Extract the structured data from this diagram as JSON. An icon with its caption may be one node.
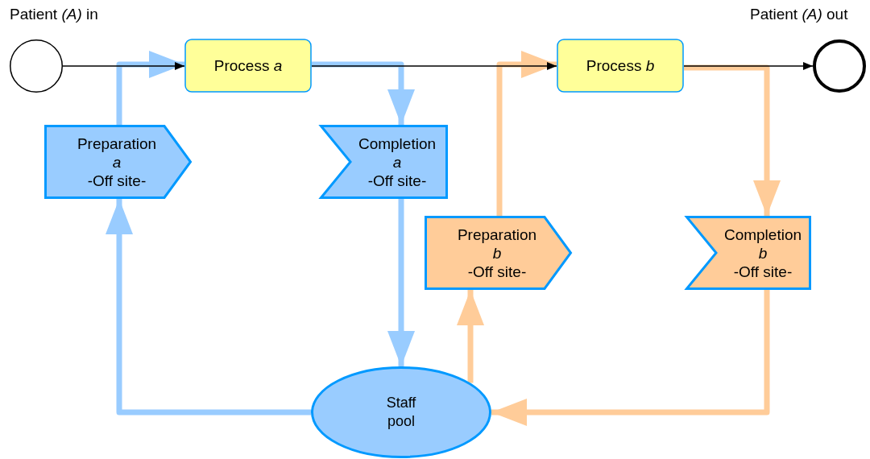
{
  "diagram": {
    "nodes": [
      {
        "text": [],
        "shape": "circle",
        "beside": [
          "Patient *(A)* in"
        ]
      },
      {
        "text": [
          "Process *a*"
        ]
      },
      {
        "text": [
          "Process *b*"
        ]
      },
      {
        "text": [],
        "shape": "circle",
        "beside": [
          "Patient *(A)* out"
        ]
      },
      {
        "text": [
          "Preparation *a* -Off site-"
        ]
      },
      {
        "text": [
          "Completion *a* -Off site-"
        ]
      },
      {
        "text": [
          "Preparation *b* -Off site-"
        ]
      },
      {
        "text": [
          "Completion *b* -Off site-"
        ]
      },
      {
        "text": [
          "Staff pool"
        ]
      }
    ],
    "edges": [
      {
        "from": 0,
        "to": 1,
        "arrow": "to",
        "color": "#000000"
      },
      {
        "from": 1,
        "to": 2,
        "arrow": "to",
        "color": "#000000"
      },
      {
        "from": 2,
        "to": 3,
        "arrow": "to",
        "color": "#000000"
      },
      {
        "from": 4,
        "to": 1,
        "arrow": "to",
        "color": "#99ccff"
      },
      {
        "from": 1,
        "to": 5,
        "arrow": "to",
        "color": "#99ccff"
      },
      {
        "from": 5,
        "to": 8,
        "arrow": "to",
        "color": "#99ccff"
      },
      {
        "from": 8,
        "to": 4,
        "arrow": "to",
        "color": "#99ccff"
      },
      {
        "from": 8,
        "to": 6,
        "arrow": "to",
        "color": "#ffcc99"
      },
      {
        "from": 6,
        "to": 2,
        "arrow": "to",
        "color": "#ffcc99"
      },
      {
        "from": 2,
        "to": 7,
        "arrow": "to",
        "color": "#ffcc99"
      },
      {
        "from": 7,
        "to": 8,
        "arrow": "to",
        "color": "#ffcc99"
      }
    ]
  }
}
